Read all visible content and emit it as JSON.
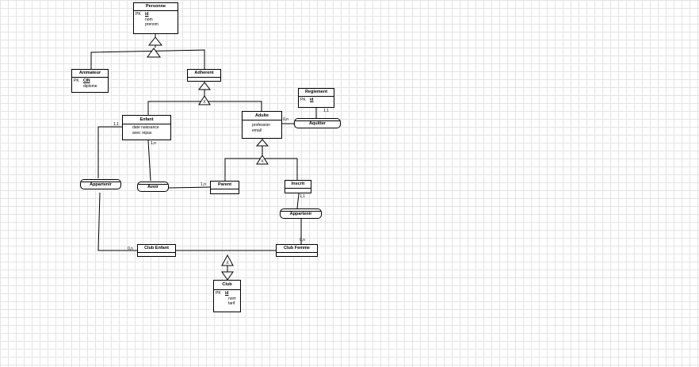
{
  "entities": [
    {
      "id": "personne",
      "title": "Personne",
      "rows": [
        {
          "key": "PK",
          "field": "id",
          "pk": true
        },
        {
          "key": "",
          "field": "nom"
        },
        {
          "key": "",
          "field": "prenom"
        }
      ]
    },
    {
      "id": "animateur",
      "title": "Animateur",
      "rows": [
        {
          "key": "PK",
          "field": "CIN",
          "pk": true
        },
        {
          "key": "",
          "field": "diplome"
        }
      ]
    },
    {
      "id": "adherent",
      "title": "Adherent",
      "rows": []
    },
    {
      "id": "reglement",
      "title": "Reglement",
      "rows": [
        {
          "key": "PK",
          "field": "id",
          "pk": true
        }
      ]
    },
    {
      "id": "enfant",
      "title": "Enfant",
      "rows": [
        {
          "key": "",
          "field": "date naissance"
        },
        {
          "key": "",
          "field": "avec repas"
        }
      ]
    },
    {
      "id": "adulte",
      "title": "Adulte",
      "rows": [
        {
          "key": "",
          "field": "profession"
        },
        {
          "key": "",
          "field": "email"
        }
      ]
    },
    {
      "id": "parent",
      "title": "Parent",
      "rows": []
    },
    {
      "id": "inscrit",
      "title": "Inscrit",
      "rows": []
    },
    {
      "id": "club_enfant",
      "title": "Club Enfant",
      "rows": []
    },
    {
      "id": "club_femme",
      "title": "Club Femme",
      "rows": []
    },
    {
      "id": "club",
      "title": "Club",
      "rows": [
        {
          "key": "PK",
          "field": "id",
          "pk": true
        },
        {
          "key": "",
          "field": "nom"
        },
        {
          "key": "",
          "field": "tarif"
        }
      ]
    }
  ],
  "associations": [
    {
      "id": "acquitter",
      "label": "Aquitter"
    },
    {
      "id": "appartenir_left",
      "label": "Appartenir"
    },
    {
      "id": "avoir",
      "label": "Avoir"
    },
    {
      "id": "appartenir_right",
      "label": "Appartenir"
    }
  ],
  "cardinalities": [
    {
      "id": "c_enfant_appartenir",
      "text": "1,1"
    },
    {
      "id": "c_enfant_avoir",
      "text": "1,n"
    },
    {
      "id": "c_parent_avoir",
      "text": "1,n"
    },
    {
      "id": "c_adulte_acquitter",
      "text": "0,n"
    },
    {
      "id": "c_reglement_acquitter",
      "text": "1,1"
    },
    {
      "id": "c_inscrit_appartenir",
      "text": "1,1"
    },
    {
      "id": "c_clubfemme_appartenir",
      "text": "0,n"
    },
    {
      "id": "c_clubenfant_appartenir",
      "text": "0,n"
    }
  ],
  "inheritance_marks": [
    {
      "id": "x_adherent",
      "label": "X"
    },
    {
      "id": "x_adulte",
      "label": "X"
    },
    {
      "id": "x_club",
      "label": "X"
    }
  ]
}
